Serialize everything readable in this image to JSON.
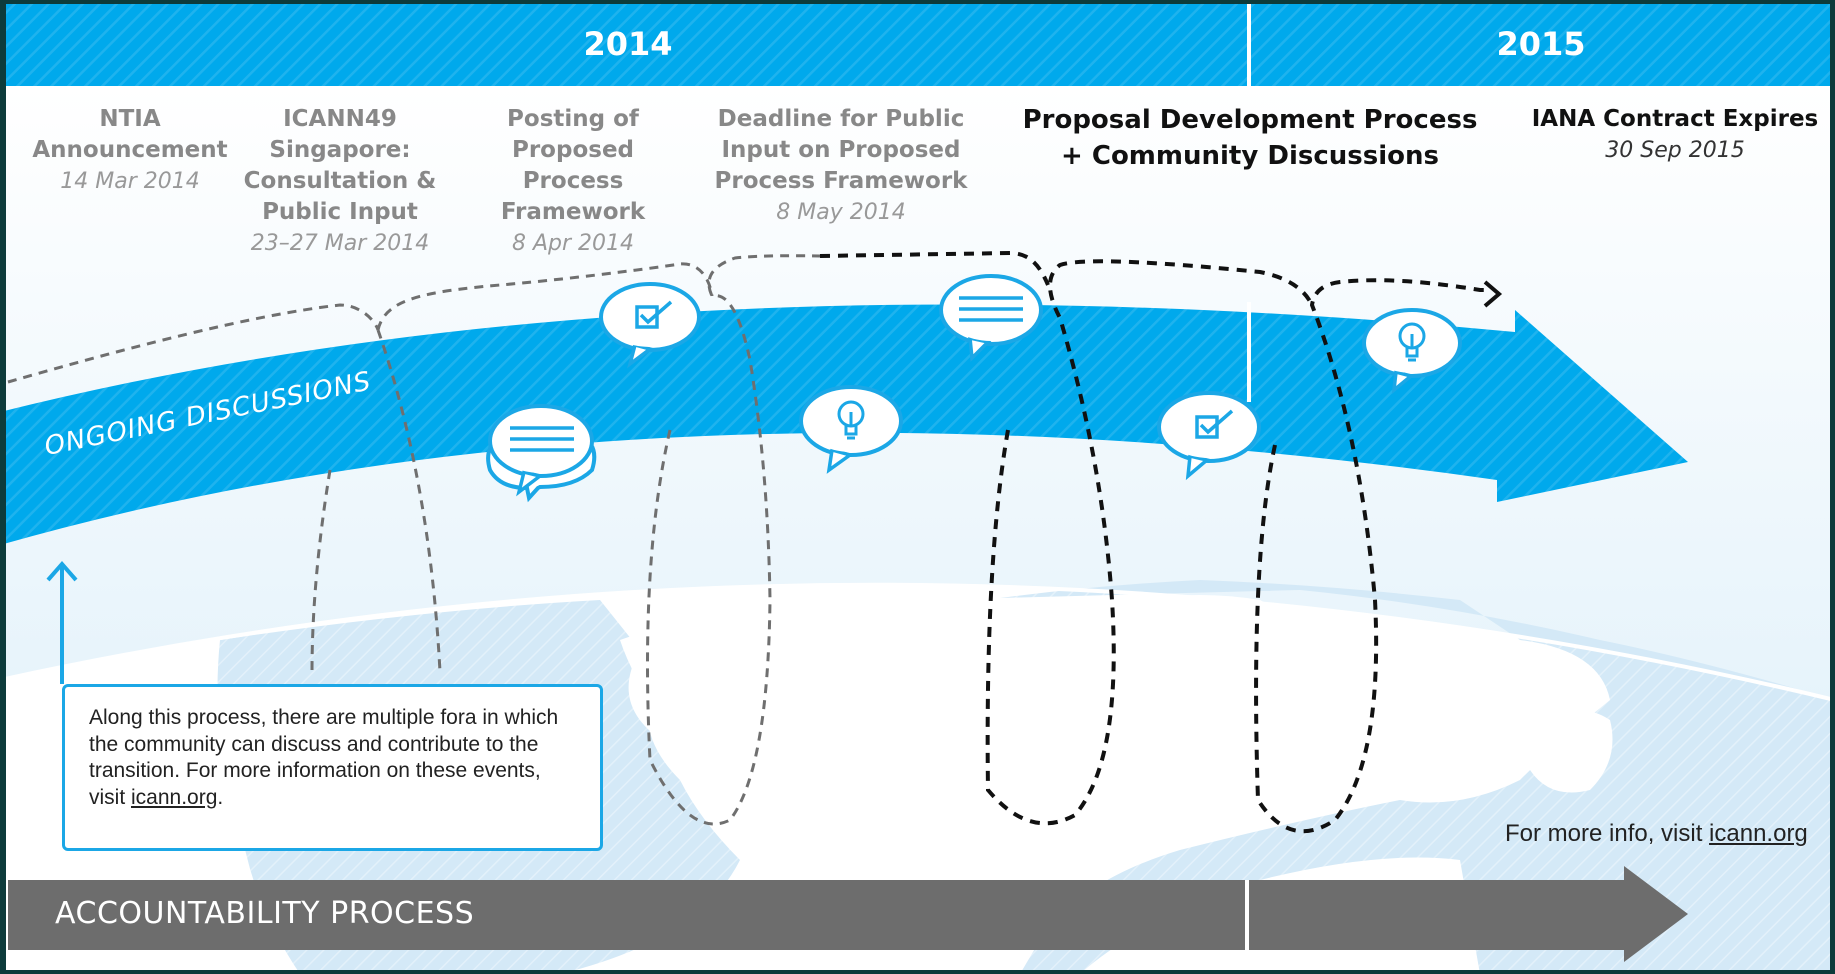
{
  "timeline": {
    "years": [
      {
        "label": "2014"
      },
      {
        "label": "2015"
      }
    ],
    "events": [
      {
        "title": "NTIA Announcement",
        "date": "14 Mar 2014"
      },
      {
        "title": "ICANN49 Singapore: Consultation & Public Input",
        "date": "23–27 Mar 2014"
      },
      {
        "title": "Posting of Proposed Process Framework",
        "date": "8 Apr 2014"
      },
      {
        "title": "Deadline for Public Input on Proposed Process Framework",
        "date": "8 May 2014"
      },
      {
        "title": "Proposal Development Process + Community Discussions",
        "date": ""
      },
      {
        "title": "IANA Contract Expires",
        "date": "30 Sep 2015"
      }
    ]
  },
  "ongoing_label": "ONGOING DISCUSSIONS",
  "bubbles": [
    {
      "icon": "text-lines-icon"
    },
    {
      "icon": "checkbox-icon"
    },
    {
      "icon": "lightbulb-icon"
    },
    {
      "icon": "text-lines-icon"
    },
    {
      "icon": "checkbox-icon"
    },
    {
      "icon": "lightbulb-icon"
    }
  ],
  "info_box": {
    "text_before": "Along this process, there are multiple fora in which the community can discuss and contribute to the transition. For more information on these events, visit ",
    "link": "icann.org",
    "text_after": "."
  },
  "more_info": {
    "prefix": "For more info, visit ",
    "link": "icann.org"
  },
  "accountability_label": "ACCOUNTABILITY PROCESS",
  "colors": {
    "brand_blue": "#00a9ec",
    "dark_gray": "#6d6d6d",
    "map_blue": "#d4e9f7",
    "frame": "#0d3b3b"
  }
}
